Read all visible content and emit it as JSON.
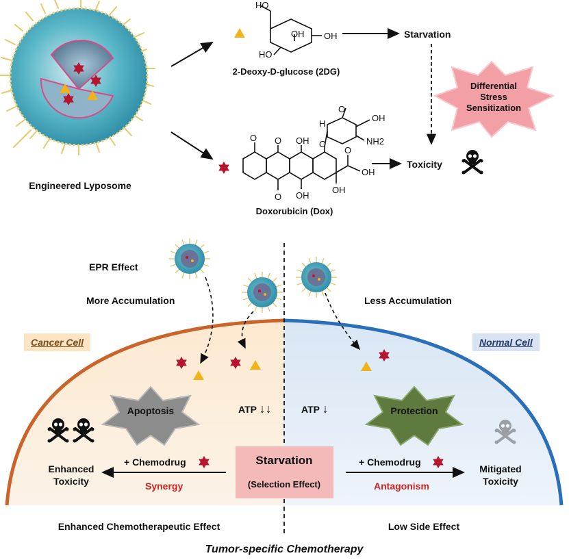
{
  "top": {
    "liposome_label": "Engineered Lyposome",
    "twodg_label": "2-Deoxy-D-glucose (2DG)",
    "dox_label": "Doxorubicin (Dox)",
    "starvation": "Starvation",
    "toxicity": "Toxicity",
    "stress_lines": [
      "Differential",
      "Stress",
      "Sensitization"
    ],
    "molecule_2dg": {
      "ho1": "HO",
      "oh1": "OH",
      "oh2": "OH",
      "ho2": "HO"
    },
    "molecule_dox": {
      "ome": "O",
      "o1": "O",
      "oh_a": "OH",
      "o2": "O",
      "oh_b": "OH",
      "oh_c": "OH",
      "o_ket": "O",
      "oh_d": "OH",
      "o_link": "O",
      "h": "H",
      "o_ring": "O",
      "oh_e": "OH",
      "nh2": "NH2"
    }
  },
  "bottom": {
    "epr": "EPR Effect",
    "more_acc": "More Accumulation",
    "less_acc": "Less Accumulation",
    "cancer_cell": "Cancer Cell",
    "normal_cell": "Normal Cell",
    "apoptosis": "Apoptosis",
    "protection": "Protection",
    "atp_left": "ATP",
    "atp_left_arrows": "↓↓",
    "atp_right": "ATP",
    "atp_right_arrows": "↓",
    "chemodrug_left": "+ Chemodrug",
    "chemodrug_right": "+ Chemodrug",
    "synergy": "Synergy",
    "antagonism": "Antagonism",
    "starvation_title": "Starvation",
    "starvation_sub": "(Selection Effect)",
    "enhanced_toxicity": [
      "Enhanced",
      "Toxicity"
    ],
    "mitigated_toxicity": [
      "Mitigated",
      "Toxicity"
    ],
    "enhanced_effect": "Enhanced Chemotherapeutic Effect",
    "low_side": "Low Side Effect",
    "footer": "Tumor-specific Chemotherapy"
  },
  "colors": {
    "red_star": "#b3162e",
    "yellow_triangle": "#f2b21a",
    "cancer_arc": "#c9642a",
    "normal_arc": "#2a6fb8",
    "synergy": "#d32020",
    "antagonism": "#d32020",
    "starvation_box": "#f4b9b9",
    "stress_star": "#f2a0a6",
    "apoptosis_star": "#8c8c8c",
    "protection_star": "#5f7a3f"
  },
  "icons": [
    "skull-crossbones-icon",
    "red-star-icon",
    "yellow-triangle-icon",
    "liposome-icon"
  ]
}
